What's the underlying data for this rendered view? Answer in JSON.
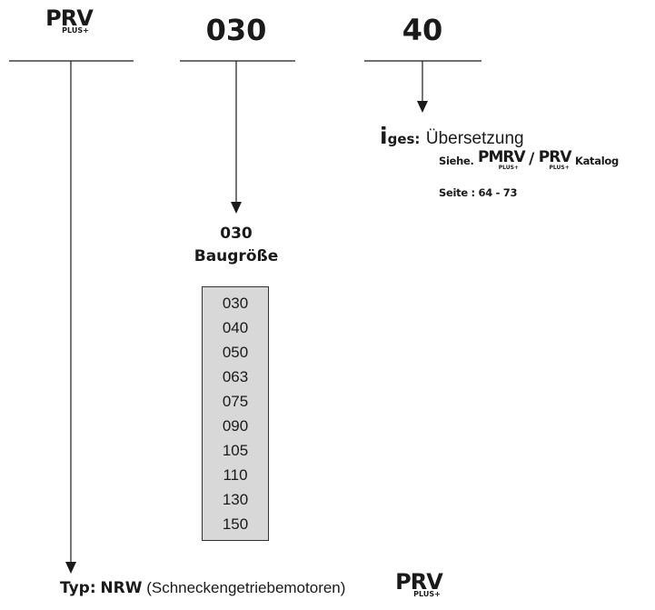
{
  "header": {
    "brand_logo": {
      "main": "PRV",
      "sub": "PLUS+"
    },
    "size_code": "030",
    "ratio_code": "40"
  },
  "ratio_info": {
    "symbol": "i",
    "symbol_sub": "ges",
    "colon": ":",
    "label": "Übersetzung",
    "see_prefix": "Siehe.",
    "logo_pmrv": {
      "main": "PMRV",
      "sub": "PLUS+"
    },
    "slash": "/",
    "logo_prv": {
      "main": "PRV",
      "sub": "PLUS+"
    },
    "catalog": "Katalog",
    "page_ref": "Seite : 64 - 73"
  },
  "size_info": {
    "value": "030",
    "label": "Baugröße",
    "sizes": [
      "030",
      "040",
      "050",
      "063",
      "075",
      "090",
      "105",
      "110",
      "130",
      "150"
    ]
  },
  "type_info": {
    "prefix": "Typ:",
    "code": "NRW",
    "description": "(Schneckengetriebemotoren)",
    "logo": {
      "main": "PRV",
      "sub": "PLUS+"
    }
  },
  "colors": {
    "line": "#1a1a1a",
    "box_fill": "#d8d8d8",
    "box_border": "#333333"
  }
}
